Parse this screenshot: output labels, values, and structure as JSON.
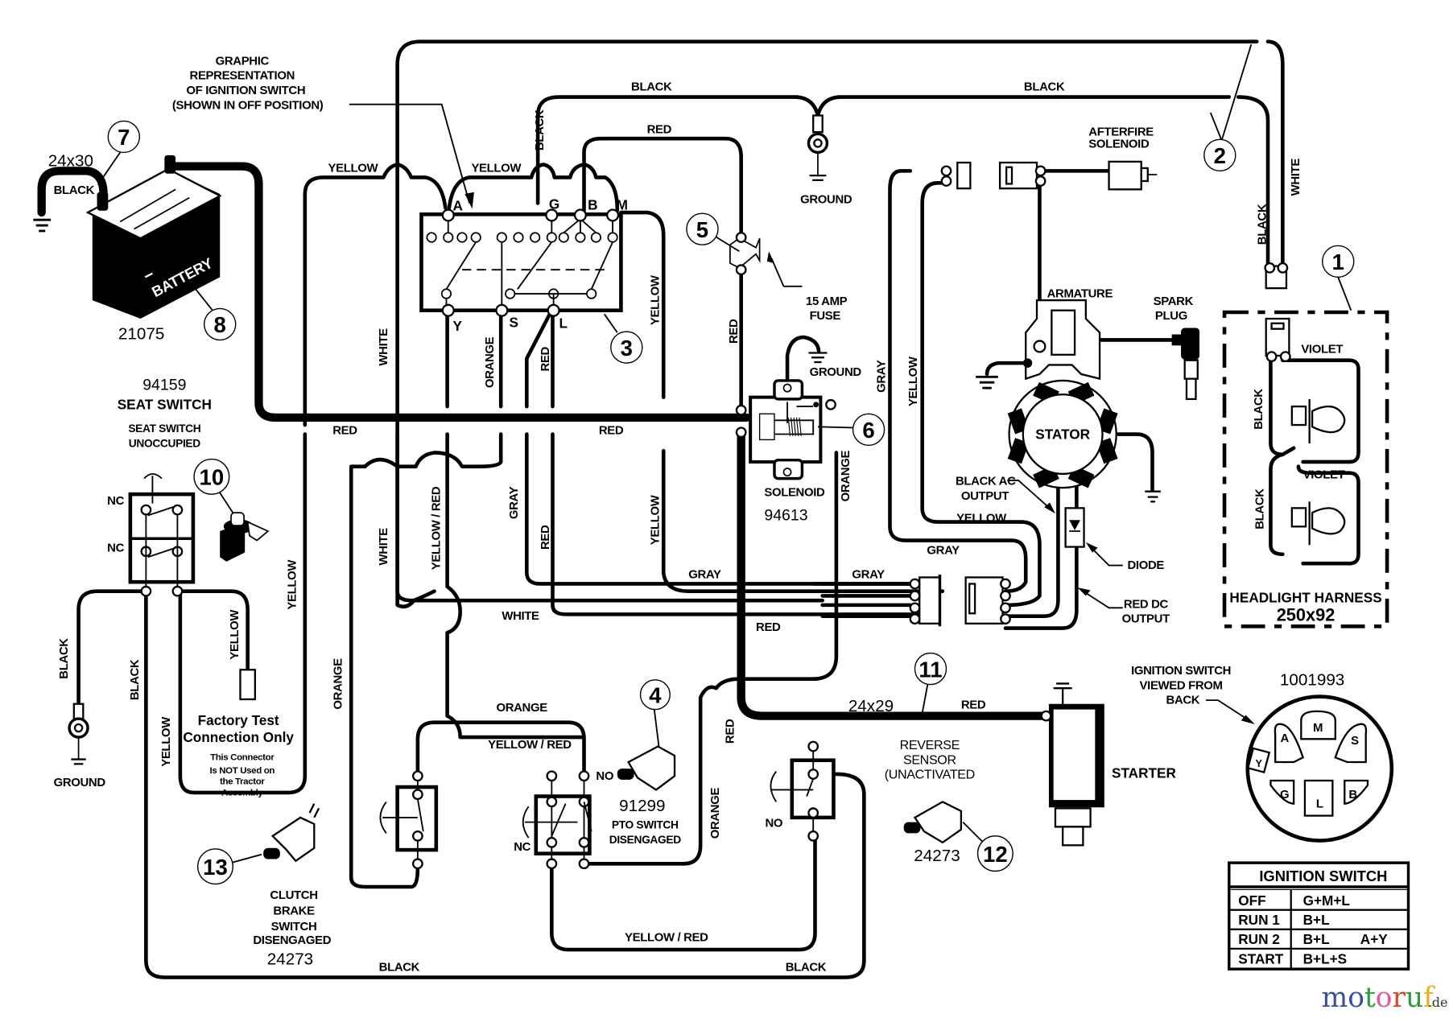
{
  "title": "Ignition / Tractor Wiring Schematic",
  "annotations": {
    "graphic_rep": [
      "GRAPHIC",
      "REPRESENTATION",
      "OF IGNITION SWITCH",
      "(SHOWN IN OFF POSITION)"
    ],
    "afterfire": [
      "AFTERFIRE",
      "SOLENOID"
    ],
    "armature": "ARMATURE",
    "spark_plug": [
      "SPARK",
      "PLUG"
    ],
    "stator": "STATOR",
    "black_ac_output": [
      "BLACK AC",
      "OUTPUT"
    ],
    "diode": "DIODE",
    "red_dc_output": [
      "RED DC",
      "OUTPUT"
    ],
    "fuse": [
      "15 AMP",
      "FUSE"
    ],
    "ground": "GROUND",
    "solenoid": "SOLENOID",
    "solenoid_part": "94613",
    "battery_text": "BATTERY",
    "battery_part": "21075",
    "battery_cable": "24x30",
    "seat_switch_part": "94159",
    "seat_switch_title": "SEAT SWITCH",
    "seat_switch_state": [
      "SEAT SWITCH",
      "UNOCCUPIED"
    ],
    "nc": "NC",
    "no": "NO",
    "factory_test": [
      "Factory Test",
      "Connection Only"
    ],
    "factory_note": [
      "This Connector",
      "Is NOT Used on",
      "the Tractor",
      "Assembly"
    ],
    "clutch_brake": [
      "CLUTCH",
      "BRAKE",
      "SWITCH",
      "DISENGAGED"
    ],
    "clutch_part": "24273",
    "pto_part": "91299",
    "pto_state": [
      "PTO SWITCH",
      "DISENGAGED"
    ],
    "reverse_sensor": [
      "REVERSE",
      "SENSOR",
      "(UNACTIVATED"
    ],
    "reverse_part": "24273",
    "starter": "STARTER",
    "starter_cable": "24x29",
    "headlight_harness": "HEADLIGHT HARNESS",
    "headlight_part": "250x92",
    "ign_viewed": [
      "IGNITION SWITCH",
      "VIEWED FROM",
      "BACK"
    ],
    "ign_part": "1001993"
  },
  "switch_terminals": {
    "top": [
      "A",
      "G",
      "B",
      "M"
    ],
    "bottom": [
      "Y",
      "S",
      "L"
    ],
    "rear_view": [
      "M",
      "A",
      "S",
      "Y",
      "G",
      "L",
      "B"
    ]
  },
  "wire_labels": {
    "black": "BLACK",
    "red": "RED",
    "yellow": "YELLOW",
    "white": "WHITE",
    "orange": "ORANGE",
    "gray": "GRAY",
    "violet": "VIOLET",
    "yellow_red": "YELLOW / RED"
  },
  "callouts": [
    "1",
    "2",
    "3",
    "4",
    "5",
    "6",
    "7",
    "8",
    "10",
    "11",
    "12",
    "13"
  ],
  "ignition_table": {
    "title": "IGNITION SWITCH",
    "rows": [
      {
        "position": "OFF",
        "contacts": "G+M+L",
        "extra": ""
      },
      {
        "position": "RUN 1",
        "contacts": "B+L",
        "extra": ""
      },
      {
        "position": "RUN 2",
        "contacts": "B+L",
        "extra": "A+Y"
      },
      {
        "position": "START",
        "contacts": "B+L+S",
        "extra": ""
      }
    ]
  },
  "logo": {
    "letters": [
      "m",
      "o",
      "t",
      "o",
      "r",
      "u",
      "f"
    ],
    "colors": [
      "#3a4fa0",
      "#3a4fa0",
      "#2e9a3c",
      "#e05a9a",
      "#d6452b",
      "#2e9a3c",
      "#e8b020"
    ],
    "suffix": ".de"
  }
}
